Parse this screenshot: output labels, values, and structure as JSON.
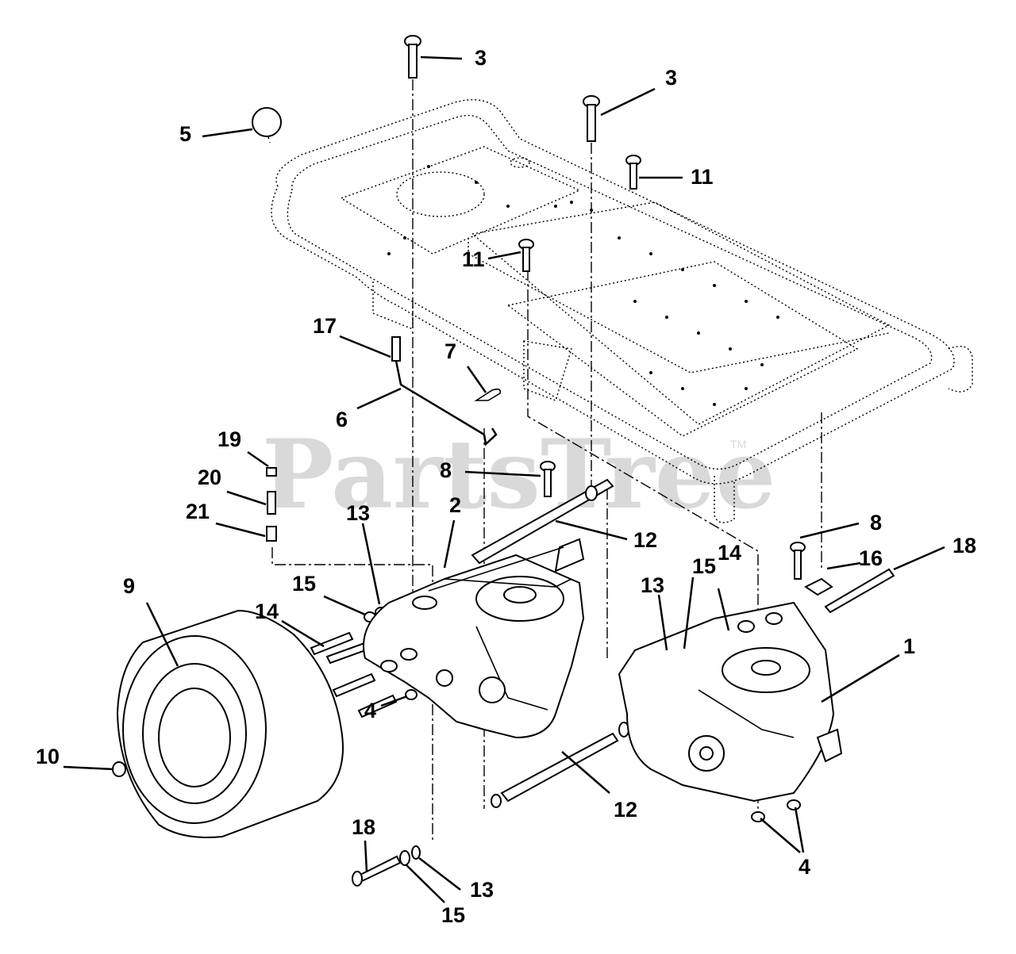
{
  "watermark": {
    "text": "PartsTree",
    "tm": "TM"
  },
  "callouts": [
    "3",
    "3",
    "5",
    "11",
    "11",
    "17",
    "7",
    "6",
    "19",
    "20",
    "21",
    "8",
    "2",
    "12",
    "13",
    "15",
    "14",
    "9",
    "4",
    "10",
    "8",
    "16",
    "18",
    "14",
    "15",
    "13",
    "1",
    "12",
    "18",
    "13",
    "15",
    "4"
  ],
  "colors": {
    "line": "#000000",
    "background": "#ffffff",
    "watermark": "#d9d9d9"
  }
}
